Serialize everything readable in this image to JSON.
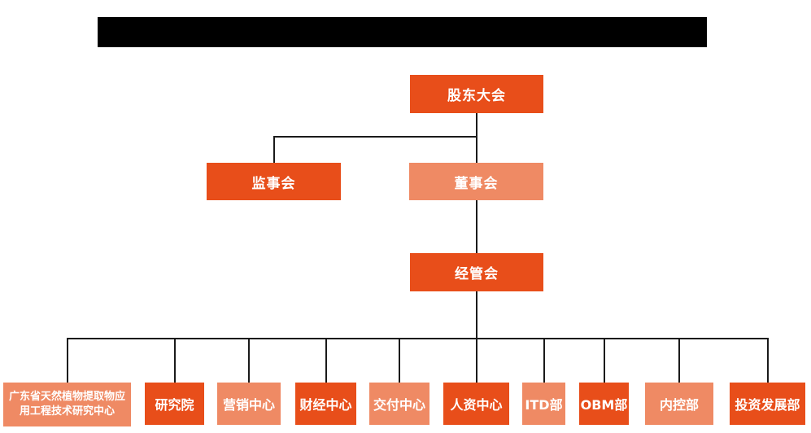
{
  "page": {
    "background": "#ffffff"
  },
  "redaction_bar": {
    "color": "#000000"
  },
  "colors": {
    "primary": "#e84e1a",
    "secondary": "#ef8a64",
    "line": "#1a1a1a",
    "node_text": "#ffffff"
  },
  "org_chart": {
    "root": {
      "label": "股东大会",
      "tone": "primary"
    },
    "level2": [
      {
        "label": "监事会",
        "tone": "primary"
      },
      {
        "label": "董事会",
        "tone": "secondary"
      }
    ],
    "level3": {
      "label": "经管会",
      "tone": "primary"
    },
    "departments": [
      {
        "label": "广东省天然植物提取物应用工程技术研究中心",
        "tone": "secondary"
      },
      {
        "label": "研究院",
        "tone": "primary"
      },
      {
        "label": "营销中心",
        "tone": "secondary"
      },
      {
        "label": "财经中心",
        "tone": "primary"
      },
      {
        "label": "交付中心",
        "tone": "secondary"
      },
      {
        "label": "人资中心",
        "tone": "primary"
      },
      {
        "label": "ITD部",
        "tone": "secondary"
      },
      {
        "label": "OBM部",
        "tone": "primary"
      },
      {
        "label": "内控部",
        "tone": "secondary"
      },
      {
        "label": "投资发展部",
        "tone": "primary"
      }
    ]
  }
}
